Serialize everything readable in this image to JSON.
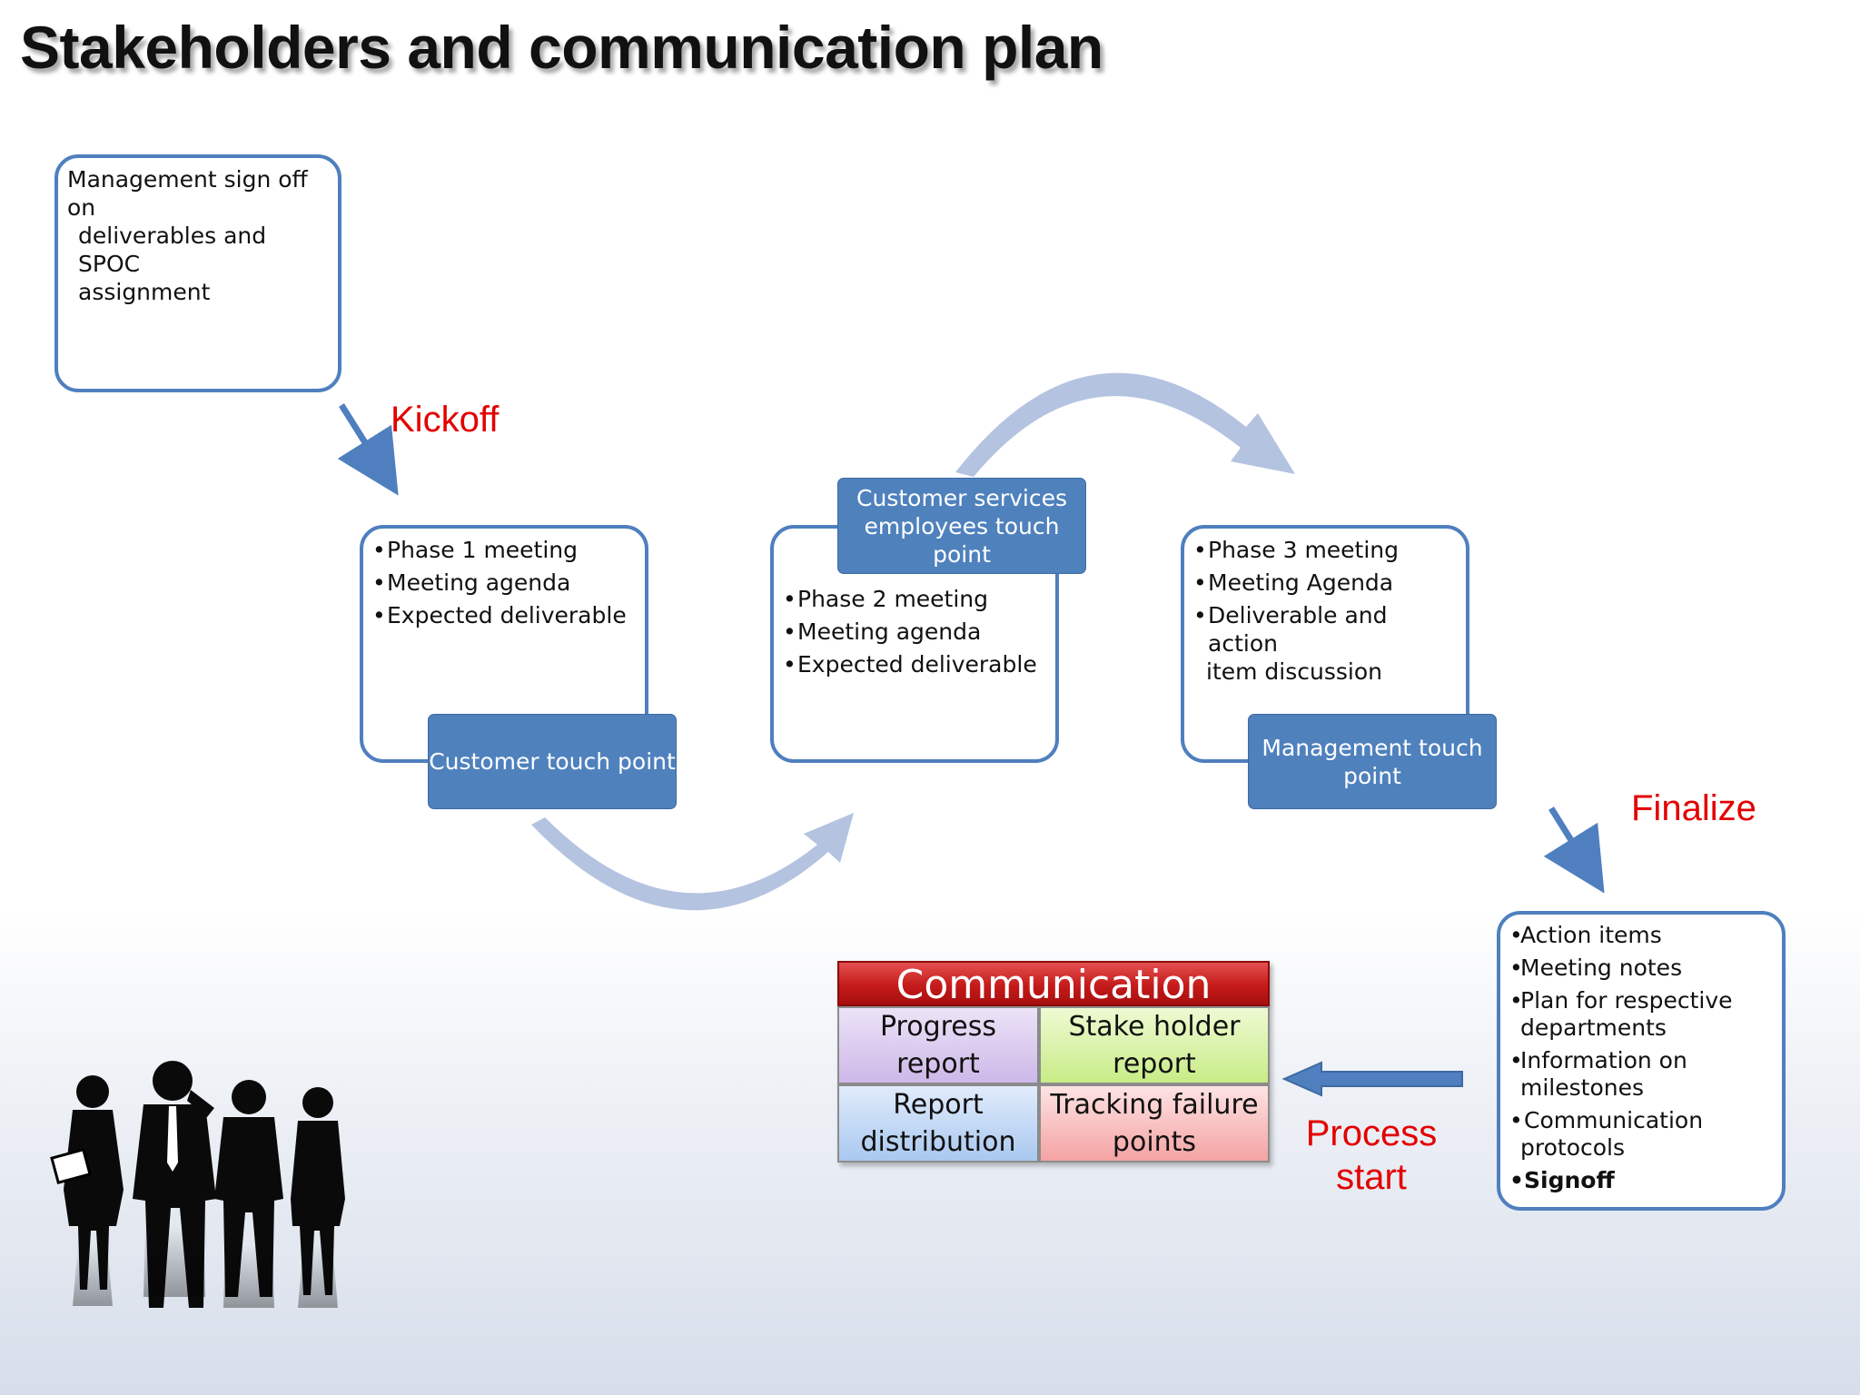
{
  "title": "Stakeholders and communication plan",
  "mgmt_box": {
    "lines": [
      "Management sign off on",
      "deliverables and SPOC",
      "assignment"
    ]
  },
  "labels": {
    "kickoff": "Kickoff",
    "finalize": "Finalize",
    "process_start_1": "Process",
    "process_start_2": "start"
  },
  "phase1": {
    "items": [
      "Phase 1 meeting",
      "Meeting agenda",
      "Expected deliverable"
    ],
    "tag": "Customer touch point"
  },
  "phase2": {
    "items": [
      "Phase 2 meeting",
      "Meeting agenda",
      "Expected deliverable"
    ],
    "tag_lines": [
      "Customer services",
      "employees touch",
      "point"
    ]
  },
  "phase3": {
    "items": [
      "Phase 3 meeting",
      "Meeting Agenda",
      "Deliverable and action",
      "item discussion"
    ],
    "tag_lines": [
      "Management touch",
      "point"
    ]
  },
  "final_box": {
    "items": [
      "Action items",
      "Meeting notes",
      "Plan for respective",
      "departments",
      "Information on",
      "milestones",
      "Communication",
      "protocols",
      "Signoff"
    ]
  },
  "communication": {
    "header": "Communication",
    "cells": [
      {
        "lines": [
          "Progress",
          "report"
        ],
        "color": "#d9c9ee"
      },
      {
        "lines": [
          "Stake holder",
          "report"
        ],
        "color": "#d9f2a8"
      },
      {
        "lines": [
          "Report",
          "distribution"
        ],
        "color": "#c4d8f5"
      },
      {
        "lines": [
          "Tracking failure",
          "points"
        ],
        "color": "#f9c2c2"
      }
    ]
  },
  "colors": {
    "box_border": "#4f7fbf",
    "tag_fill": "#4f81bd",
    "label_red": "#e30000",
    "arc_fill": "#b4c3e0"
  }
}
